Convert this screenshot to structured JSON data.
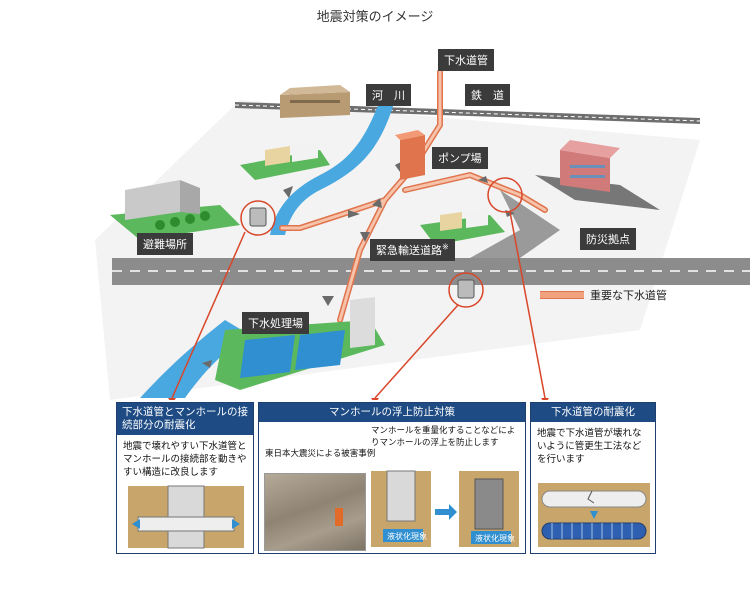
{
  "title": "地震対策のイメージ",
  "labels": {
    "sewer_pipe": "下水道管",
    "river": "河　川",
    "railway": "鉄　道",
    "pump_station": "ポンプ場",
    "evacuation_site": "避難場所",
    "disaster_base": "防災拠点",
    "emergency_road": "緊急輸送道路",
    "emergency_road_note": "※",
    "treatment_plant": "下水処理場"
  },
  "legend": {
    "label": "重要な下水道管"
  },
  "panels": {
    "p1": {
      "title": "下水道管とマンホールの接続部分の耐震化",
      "text": "地震で壊れやすい下水道管とマンホールの接続部を動きやすい構造に改良します"
    },
    "p2": {
      "title": "マンホールの浮上防止対策",
      "case_label": "東日本大震災による被害事例",
      "text": "マンホールを重量化することなどによりマンホールの浮上を防止します",
      "liquefaction_1": "液状化現象",
      "liquefaction_2": "液状化現象"
    },
    "p3": {
      "title": "下水道管の耐震化",
      "text": "地震で下水道管が壊れないように管更生工法などを行います"
    }
  },
  "colors": {
    "pipe": "#f0a27e",
    "pipe_edge": "#e0744d",
    "river": "#4aa8e0",
    "road": "#8c8c8c",
    "ground": "#f2f2f2",
    "panel_header": "#1e4b84",
    "callout": "#d9462a"
  }
}
